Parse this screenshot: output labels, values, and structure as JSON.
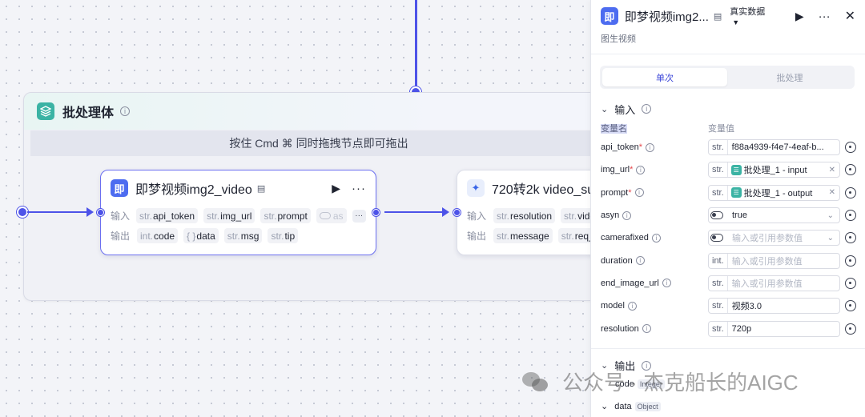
{
  "canvas": {
    "batch": {
      "title": "批处理体",
      "hint": "按住 Cmd ⌘ 同时拖拽节点即可拖出"
    },
    "node1": {
      "icon_text": "即",
      "title": "即梦视频img2_video",
      "inputs_label": "输入",
      "outputs_label": "输出",
      "inputs": [
        {
          "type": "str.",
          "name": "api_token"
        },
        {
          "type": "str.",
          "name": "img_url"
        },
        {
          "type": "str.",
          "name": "prompt"
        },
        {
          "type": "",
          "name": "as"
        }
      ],
      "outputs": [
        {
          "type": "int.",
          "name": "code"
        },
        {
          "type": "{ }",
          "name": "data"
        },
        {
          "type": "str.",
          "name": "msg"
        },
        {
          "type": "str.",
          "name": "tip"
        }
      ]
    },
    "node2": {
      "title": "720转2k video_su",
      "inputs_label": "输入",
      "outputs_label": "输出",
      "inputs": [
        {
          "type": "str.",
          "name": "resolution"
        },
        {
          "type": "str.",
          "name": "vide"
        }
      ],
      "outputs": [
        {
          "type": "str.",
          "name": "message"
        },
        {
          "type": "str.",
          "name": "req_i"
        }
      ]
    }
  },
  "panel": {
    "icon_text": "即",
    "title": "即梦视频img2...",
    "data_mode": "真实数据",
    "subtitle": "图生视频",
    "tabs": [
      {
        "label": "单次",
        "active": true
      },
      {
        "label": "批处理",
        "active": false
      }
    ],
    "input_section": "输入",
    "col_name": "变量名",
    "col_value": "变量值",
    "params": [
      {
        "name": "api_token",
        "required": true,
        "kind": "text",
        "type": "str.",
        "value": "f88a4939-f4e7-4eaf-b..."
      },
      {
        "name": "img_url",
        "required": true,
        "kind": "ref",
        "type": "str.",
        "value": "批处理_1 - input"
      },
      {
        "name": "prompt",
        "required": true,
        "kind": "ref",
        "type": "str.",
        "value": "批处理_1 - output"
      },
      {
        "name": "asyn",
        "required": false,
        "kind": "toggle",
        "value": "true"
      },
      {
        "name": "camerafixed",
        "required": false,
        "kind": "toggle",
        "placeholder": "输入或引用参数值"
      },
      {
        "name": "duration",
        "required": false,
        "kind": "text",
        "type": "int.",
        "placeholder": "输入或引用参数值"
      },
      {
        "name": "end_image_url",
        "required": false,
        "kind": "text",
        "type": "str.",
        "placeholder": "输入或引用参数值"
      },
      {
        "name": "model",
        "required": false,
        "kind": "text",
        "type": "str.",
        "value": "视频3.0"
      },
      {
        "name": "resolution",
        "required": false,
        "kind": "text",
        "type": "str.",
        "value": "720p"
      }
    ],
    "output_section": "输出",
    "outputs": [
      {
        "name": "code",
        "type": "Integer"
      },
      {
        "name": "data",
        "type": "Object"
      }
    ]
  },
  "watermark": "公众号 · 杰克船长的AIGC",
  "colors": {
    "accent": "#4d53e8",
    "batch_icon": "#3bb3a4",
    "node_icon": "#4d6cf0",
    "required": "#e5484d"
  }
}
